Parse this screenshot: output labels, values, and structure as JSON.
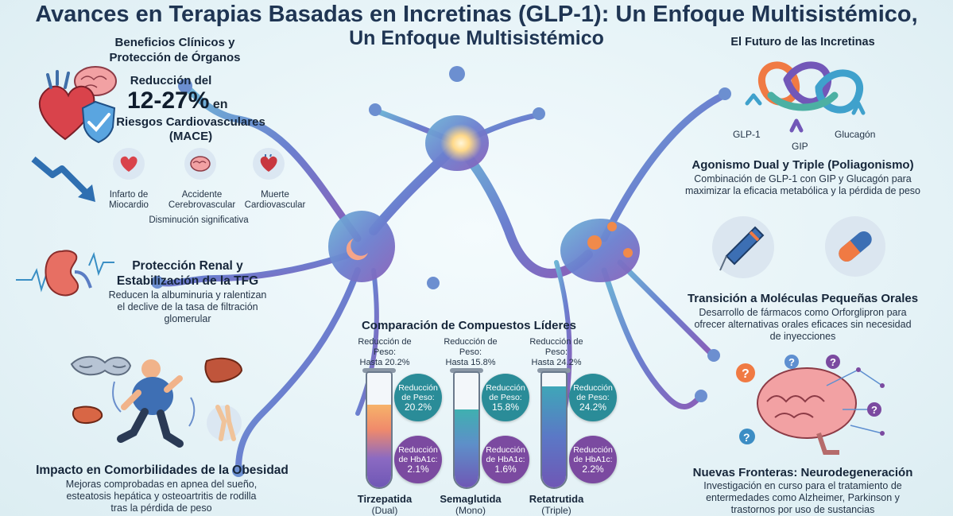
{
  "title": {
    "main": "Avances en Terapias Basadas en Incretinas (GLP-1): Un Enfoque Multisistémico,",
    "sub": "Un Enfoque Multisistémico"
  },
  "left": {
    "benefits": {
      "heading_line1": "Beneficios Clínicos y",
      "heading_line2": "Protección de Órganos",
      "reduction_label": "Reducción del",
      "reduction_value": "12-27%",
      "reduction_en": "en",
      "risk_label": "Riesgos Cardiovasculares",
      "risk_abbrev": "(MACE)",
      "outcomes": [
        {
          "line1": "Infarto de",
          "line2": "Miocardio"
        },
        {
          "line1": "Accidente",
          "line2": "Cerebrovascular"
        },
        {
          "line1": "Muerte",
          "line2": "Cardiovascular"
        }
      ],
      "decrease_note": "Disminución significativa"
    },
    "renal": {
      "heading_line1": "Protección Renal y",
      "heading_line2": "Estabilización de la TFG",
      "desc_line1": "Reducen la albuminuria y ralentizan",
      "desc_line2": "el declive de la tasa de filtración",
      "desc_line3": "glomerular"
    },
    "obesity": {
      "heading": "Impacto en Comorbilidades de la Obesidad",
      "desc_line1": "Mejoras comprobadas en apnea del sueño,",
      "desc_line2": "esteatosis hepática y osteoartritis de rodilla",
      "desc_line3": "tras la pérdida de peso"
    }
  },
  "center": {
    "heading": "Comparación de Compuestos Líderes",
    "compounds": [
      {
        "top_line1": "Reducción de",
        "top_line2": "Peso:",
        "top_line3": "Hasta 20.2%",
        "weight_label1": "Reducción",
        "weight_label2": "de Peso:",
        "weight_value": "20.2%",
        "hba1c_label1": "Reducción",
        "hba1c_label2": "de HbA1c:",
        "hba1c_value": "2.1%",
        "name": "Tirzepatida",
        "type": "(Dual)"
      },
      {
        "top_line1": "Reducción de",
        "top_line2": "Peso:",
        "top_line3": "Hasta 15.8%",
        "weight_label1": "Reducción",
        "weight_label2": "de Peso:",
        "weight_value": "15.8%",
        "hba1c_label1": "Reducción",
        "hba1c_label2": "de HbA1c:",
        "hba1c_value": "1.6%",
        "name": "Semaglutida",
        "type": "(Mono)"
      },
      {
        "top_line1": "Reducción de",
        "top_line2": "Peso:",
        "top_line3": "Hasta 24.2%",
        "weight_label1": "Reducción",
        "weight_label2": "de Peso:",
        "weight_value": "24.2%",
        "hba1c_label1": "Reducción",
        "hba1c_label2": "de HbA1c:",
        "hba1c_value": "2.2%",
        "name": "Retatrutida",
        "type": "(Triple)"
      }
    ],
    "tube_fills": [
      0.72,
      0.68,
      0.88
    ]
  },
  "right": {
    "future_heading": "El Futuro de las Incretinas",
    "receptors": {
      "glp1": "GLP-1",
      "gip": "GIP",
      "glucagon": "Glucagón"
    },
    "agonism": {
      "heading": "Agonismo Dual y Triple (Poliagonismo)",
      "desc_line1": "Combinación de GLP-1 con GIP y Glucagón para",
      "desc_line2": "maximizar la eficacia metabólica y la pérdida de peso"
    },
    "oral": {
      "heading": "Transición a Moléculas Pequeñas Orales",
      "desc_line1": "Desarrollo de fármacos como Orforglipron para",
      "desc_line2": "ofrecer alternativas orales eficaces sin necesidad",
      "desc_line3": "de inyecciones"
    },
    "neuro": {
      "heading": "Nuevas Fronteras: Neurodegeneración",
      "desc_line1": "Investigación en curso para el tratamiento de",
      "desc_line2": "entermedades como Alzheimer, Parkinson y",
      "desc_line3": "trastornos por uso de sustancias"
    }
  },
  "colors": {
    "title": "#1f3553",
    "teal": "#2a8c98",
    "purple": "#7b4aa0",
    "neuron": "#5b8fc9"
  },
  "icons": [
    "heart-icon",
    "brain-icon",
    "shield-check-icon",
    "downtrend-arrow-icon",
    "kidney-icon",
    "sleep-mask-icon",
    "liver-icon",
    "knee-joint-icon",
    "runner-icon",
    "receptor-knot-icon",
    "injection-pen-icon",
    "capsule-icon",
    "brain-network-icon",
    "question-mark-icon"
  ]
}
